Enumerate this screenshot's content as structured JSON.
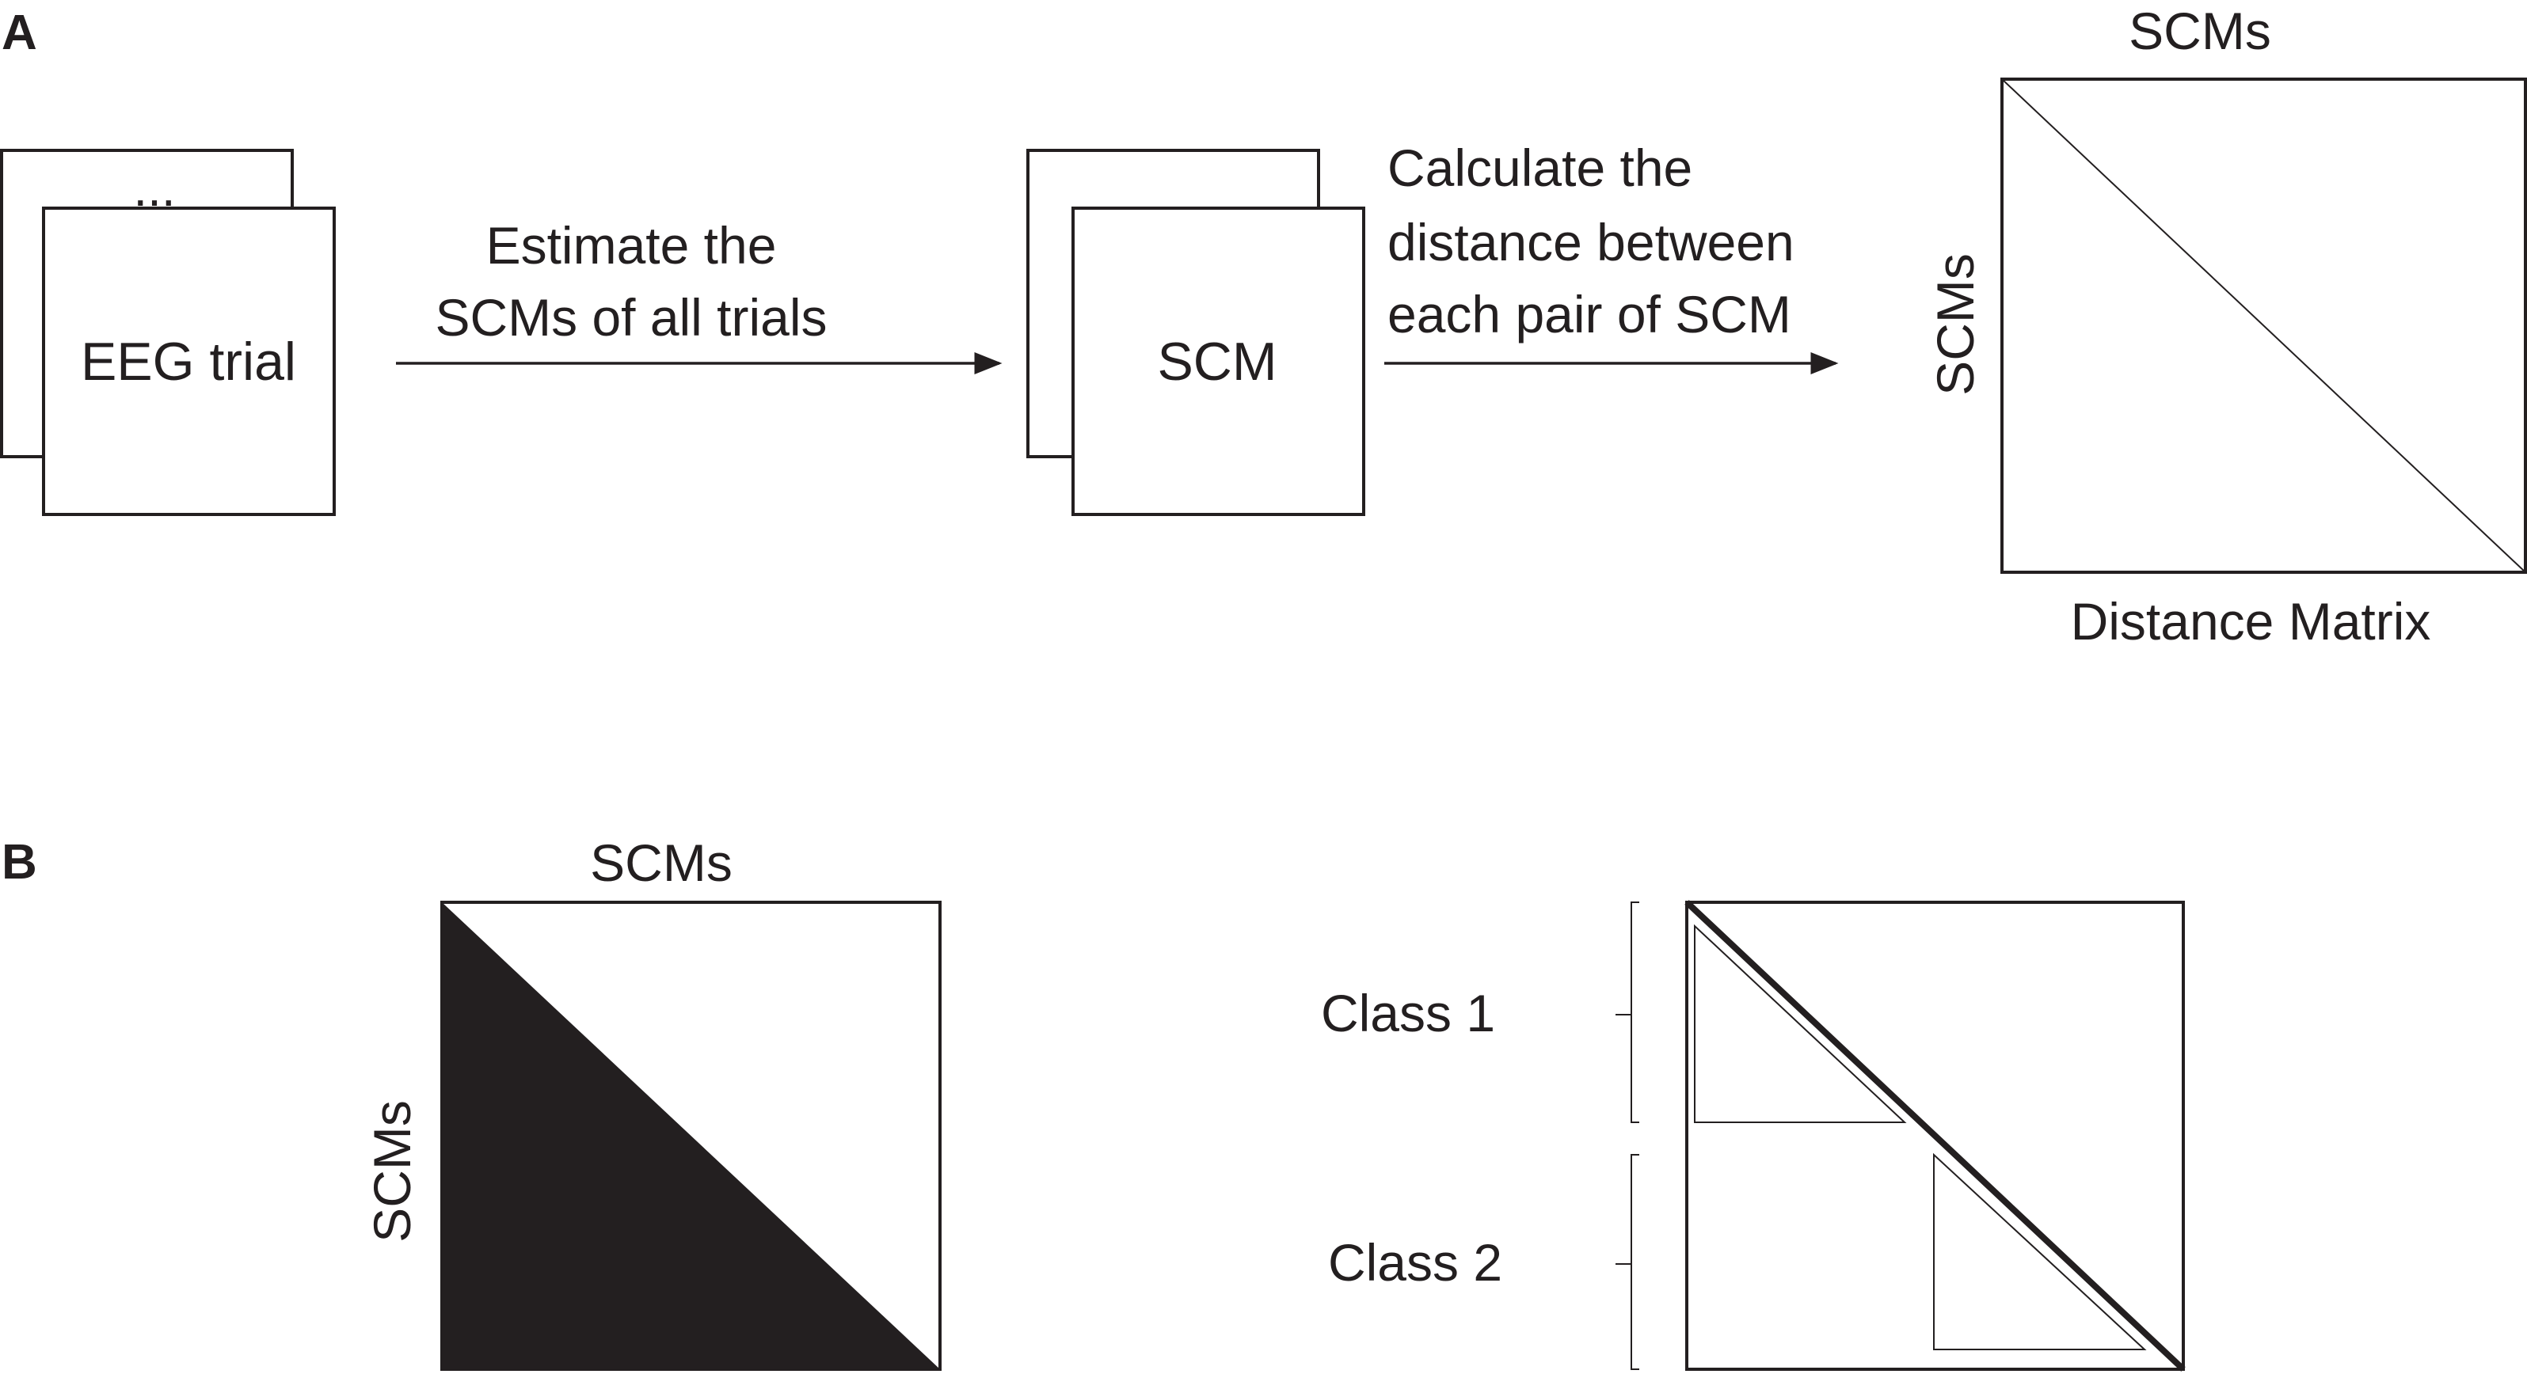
{
  "colors": {
    "ink": "#231f20",
    "background": "#ffffff"
  },
  "panel_a": {
    "label": "A",
    "trial_stack": {
      "ellipsis": "...",
      "label": "EEG trial"
    },
    "arrow1": {
      "line1": "Estimate the",
      "line2": "SCMs of all trials"
    },
    "scm_stack": {
      "label": "SCM"
    },
    "arrow2": {
      "line1": "Calculate the",
      "line2": "distance between",
      "line3": "each pair of SCM"
    },
    "matrix": {
      "top_label": "SCMs",
      "side_label": "SCMs",
      "bottom_label": "Distance Matrix"
    }
  },
  "panel_b": {
    "label": "B",
    "left_matrix": {
      "top_label": "SCMs",
      "side_label": "SCMs"
    },
    "right_matrix": {
      "class1": "Class 1",
      "class2": "Class 2"
    }
  }
}
